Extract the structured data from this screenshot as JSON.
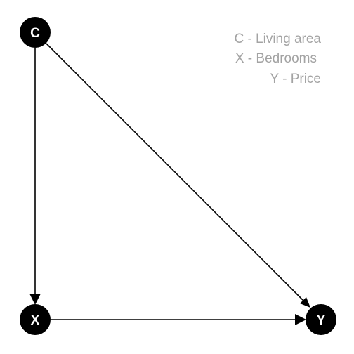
{
  "colors": {
    "node_fill": "#000000",
    "node_text": "#ffffff",
    "edge": "#000000",
    "legend_text": "#a3a3a3",
    "background": "#ffffff"
  },
  "nodes": {
    "c": {
      "label": "C"
    },
    "x": {
      "label": "X"
    },
    "y": {
      "label": "Y"
    }
  },
  "edges": [
    {
      "from": "C",
      "to": "X"
    },
    {
      "from": "C",
      "to": "Y"
    },
    {
      "from": "X",
      "to": "Y"
    }
  ],
  "legend": {
    "c": "C - Living area",
    "x": "X - Bedrooms",
    "y": "Y - Price"
  }
}
